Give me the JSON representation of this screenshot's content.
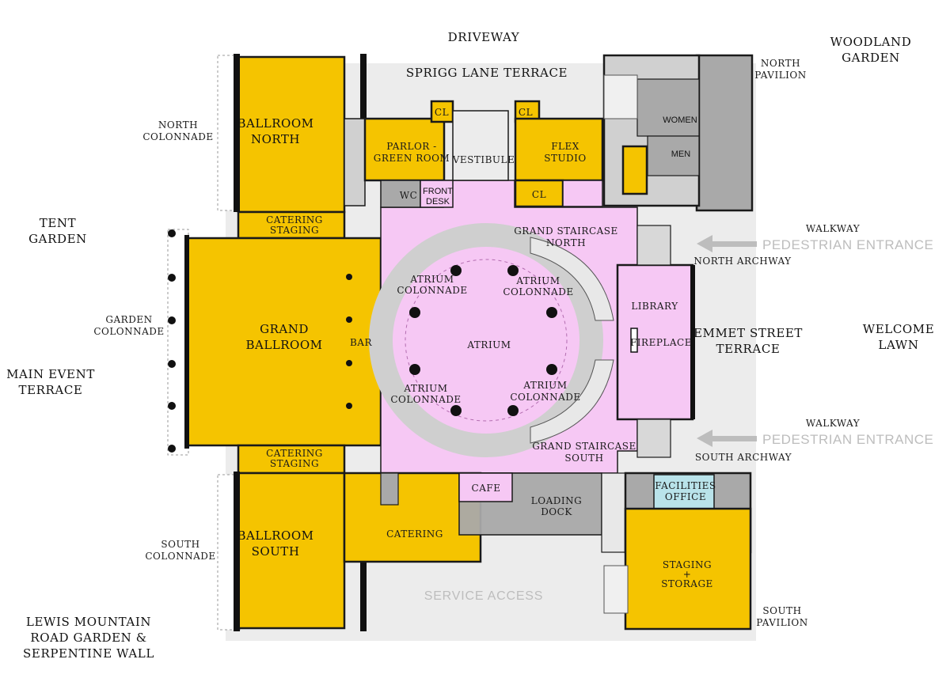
{
  "colors": {
    "event_space": "#f5c400",
    "atrium": "#f6c8f4",
    "service": "#a9a9a9",
    "facilities": "#b9e3ea",
    "colonnade_ring": "#cfcfcf",
    "wall": "#111111"
  },
  "site_labels": {
    "driveway": "DRIVEWAY",
    "sprigg_lane_terrace": "SPRIGG LANE TERRACE",
    "woodland_garden": [
      "WOODLAND",
      "GARDEN"
    ],
    "north_pavilion": [
      "NORTH",
      "PAVILION"
    ],
    "north_colonnade": [
      "NORTH",
      "COLONNADE"
    ],
    "tent_garden": [
      "TENT",
      "GARDEN"
    ],
    "garden_colonnade": [
      "GARDEN",
      "COLONNADE"
    ],
    "main_event_terrace": [
      "MAIN EVENT",
      "TERRACE"
    ],
    "south_colonnade": [
      "SOUTH",
      "COLONNADE"
    ],
    "lewis_mountain": [
      "LEWIS MOUNTAIN",
      "ROAD GARDEN &",
      "SERPENTINE WALL"
    ],
    "walkway_north": "WALKWAY",
    "pedestrian_entrance_north": "PEDESTRIAN ENTRANCE",
    "north_archway": "NORTH ARCHWAY",
    "emmet_street_terrace": [
      "EMMET STREET",
      "TERRACE"
    ],
    "welcome_lawn": [
      "WELCOME",
      "LAWN"
    ],
    "walkway_south": "WALKWAY",
    "pedestrian_entrance_south": "PEDESTRIAN ENTRANCE",
    "south_archway": "SOUTH ARCHWAY",
    "south_pavilion": [
      "SOUTH",
      "PAVILION"
    ],
    "service_access": "SERVICE ACCESS"
  },
  "rooms": {
    "ballroom_north": [
      "BALLROOM",
      "NORTH"
    ],
    "catering_staging_north": [
      "CATERING",
      "STAGING"
    ],
    "grand_ballroom": [
      "GRAND",
      "BALLROOM"
    ],
    "bar": "BAR",
    "catering_staging_south": [
      "CATERING",
      "STAGING"
    ],
    "ballroom_south": [
      "BALLROOM",
      "SOUTH"
    ],
    "parlor": [
      "PARLOR -",
      "GREEN ROOM"
    ],
    "cl_left": "CL",
    "cl_right_top": "CL",
    "cl_right_bottom": "CL",
    "vestibule": "VESTIBULE",
    "flex_studio": [
      "FLEX",
      "STUDIO"
    ],
    "wc": "WC",
    "front_desk": [
      "FRONT",
      "DESK"
    ],
    "women": "WOMEN",
    "men": "MEN",
    "grand_staircase_north": [
      "GRAND STAIRCASE",
      "NORTH"
    ],
    "atrium_colonnade_nw": [
      "ATRIUM",
      "COLONNADE"
    ],
    "atrium_colonnade_ne": [
      "ATRIUM",
      "COLONNADE"
    ],
    "atrium": "ATRIUM",
    "atrium_colonnade_sw": [
      "ATRIUM",
      "COLONNADE"
    ],
    "atrium_colonnade_se": [
      "ATRIUM",
      "COLONNADE"
    ],
    "library": "LIBRARY",
    "fireplace": "FIREPLACE",
    "grand_staircase_south": [
      "GRAND STAIRCASE",
      "SOUTH"
    ],
    "cafe": "CAFE",
    "loading_dock": [
      "LOADING",
      "DOCK"
    ],
    "catering": "CATERING",
    "facilities_office": [
      "FACILITIES",
      "OFFICE"
    ],
    "staging_storage": [
      "STAGING",
      "+",
      "STORAGE"
    ]
  }
}
